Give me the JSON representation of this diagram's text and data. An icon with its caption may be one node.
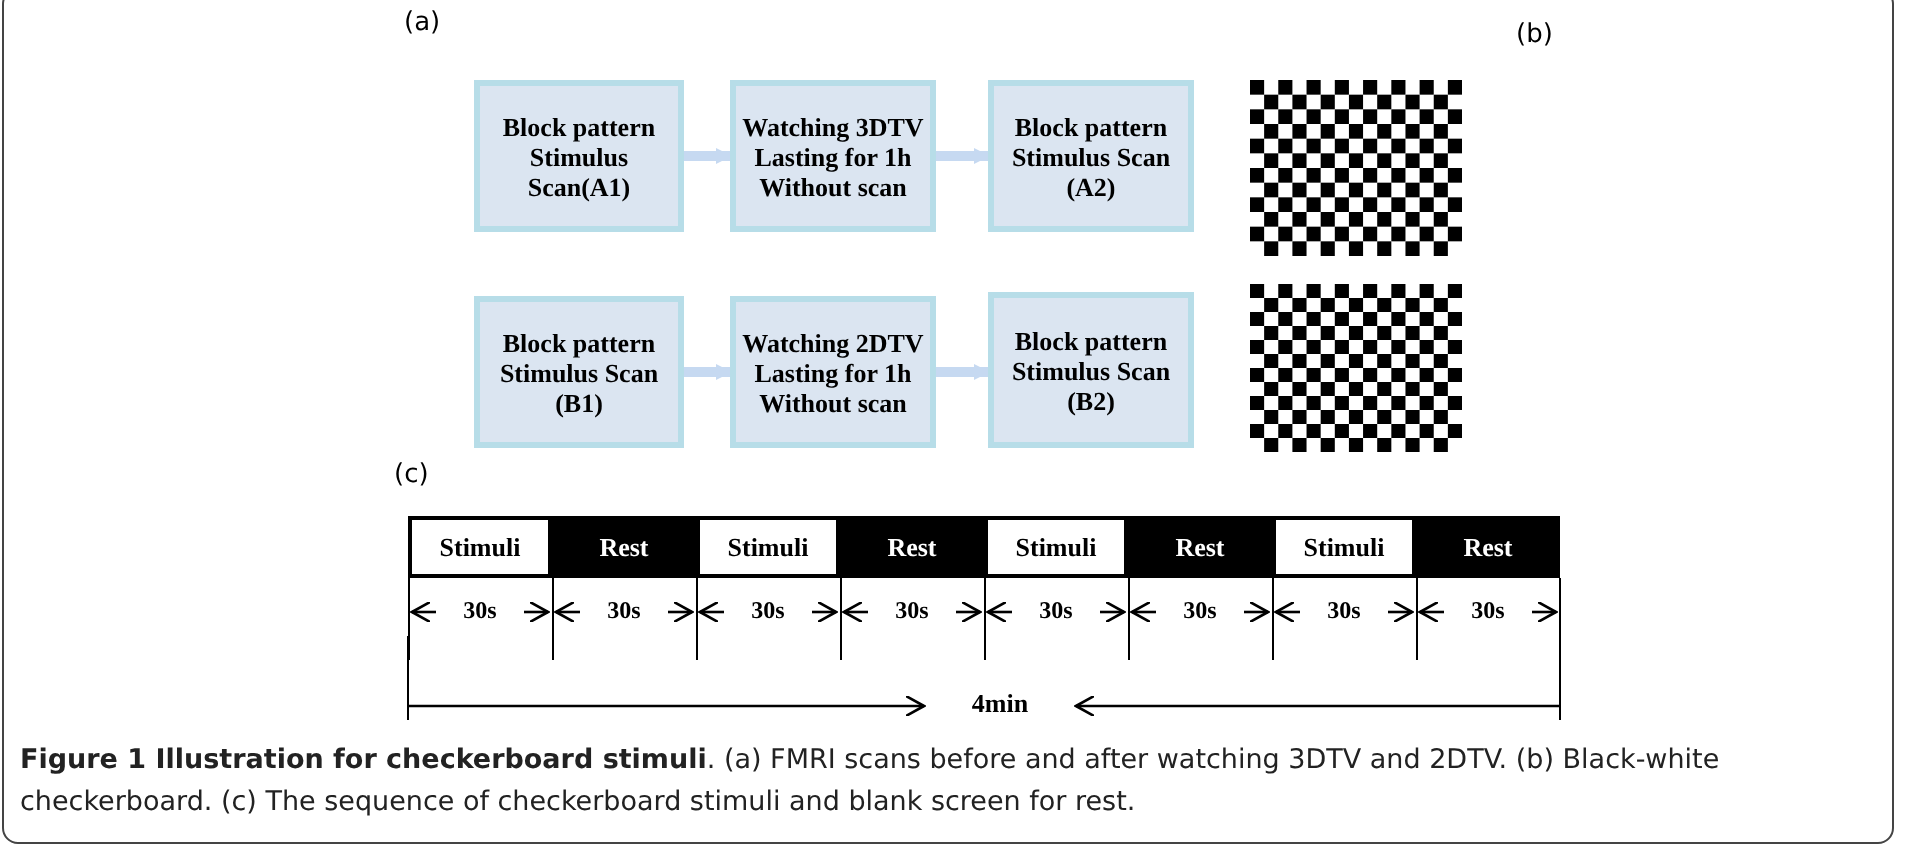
{
  "diagram": {
    "caption": "**Figure 1 Illustration for checkerboard stimuli**. (a) FMRI scans before and after watching 3DTV and 2DTV. (b) Black-white checkerboard. (c) The sequence of checkerboard stimuli and blank screen for rest.",
    "nodes": [
      {
        "text": [
          "Block pattern Stimulus Scan(A1)"
        ]
      },
      {
        "text": [
          "Watching 3DTV Lasting for 1h Without scan"
        ]
      },
      {
        "text": [
          "Block pattern Stimulus Scan (A2)"
        ]
      },
      {
        "text": [
          "Block pattern Stimulus Scan (B1)"
        ]
      },
      {
        "text": [
          "Watching 2DTV Lasting for 1h Without scan"
        ]
      },
      {
        "text": [
          "Block pattern Stimulus Scan (B2)"
        ]
      },
      {
        "text": [
          "Stimuli"
        ]
      },
      {
        "text": [
          "Rest"
        ]
      },
      {
        "text": [
          "Stimuli"
        ]
      },
      {
        "text": [
          "Rest"
        ]
      },
      {
        "text": [
          "Stimuli"
        ]
      },
      {
        "text": [
          "Rest"
        ]
      },
      {
        "text": [
          "Stimuli"
        ]
      },
      {
        "text": [
          "Rest"
        ]
      }
    ],
    "edges": [
      {
        "from": 0,
        "to": 1,
        "arrow": "to"
      },
      {
        "from": 1,
        "to": 2,
        "arrow": "to"
      },
      {
        "from": 3,
        "to": 4,
        "arrow": "to"
      },
      {
        "from": 4,
        "to": 5,
        "arrow": "to"
      }
    ],
    "labels": [
      "(a)",
      "(b)",
      "(c)",
      "30s",
      "30s",
      "30s",
      "30s",
      "30s",
      "30s",
      "30s",
      "30s",
      "4min"
    ]
  }
}
